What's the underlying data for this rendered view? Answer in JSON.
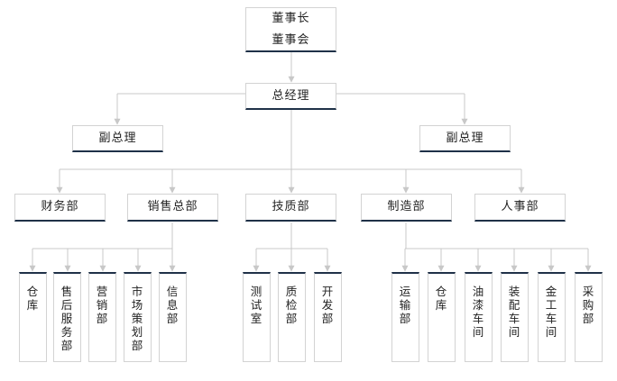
{
  "top": {
    "lines": "董事长\n董事会"
  },
  "gm": "总经理",
  "deputy_left": "副总理",
  "deputy_right": "副总理",
  "departments": {
    "finance": "财务部",
    "sales": "销售总部",
    "tech_quality": "技质部",
    "manufacturing": "制造部",
    "hr": "人事部"
  },
  "sales_units": [
    "仓\n库",
    "售\n后\n服\n务\n部",
    "营\n销\n部",
    "市\n场\n策\n划\n部",
    "信\n息\n部"
  ],
  "tech_units": [
    "测\n试\n室",
    "质\n检\n部",
    "开\n发\n部"
  ],
  "manufacturing_units": [
    "运\n输\n部",
    "仓\n库",
    "油\n漆\n车\n间",
    "装\n配\n车\n间",
    "金\n工\n车\n间",
    "采\n购\n部"
  ],
  "colors": {
    "accent": "#1f3148",
    "connector": "#c8c8c8",
    "border": "#d3d3d3"
  }
}
